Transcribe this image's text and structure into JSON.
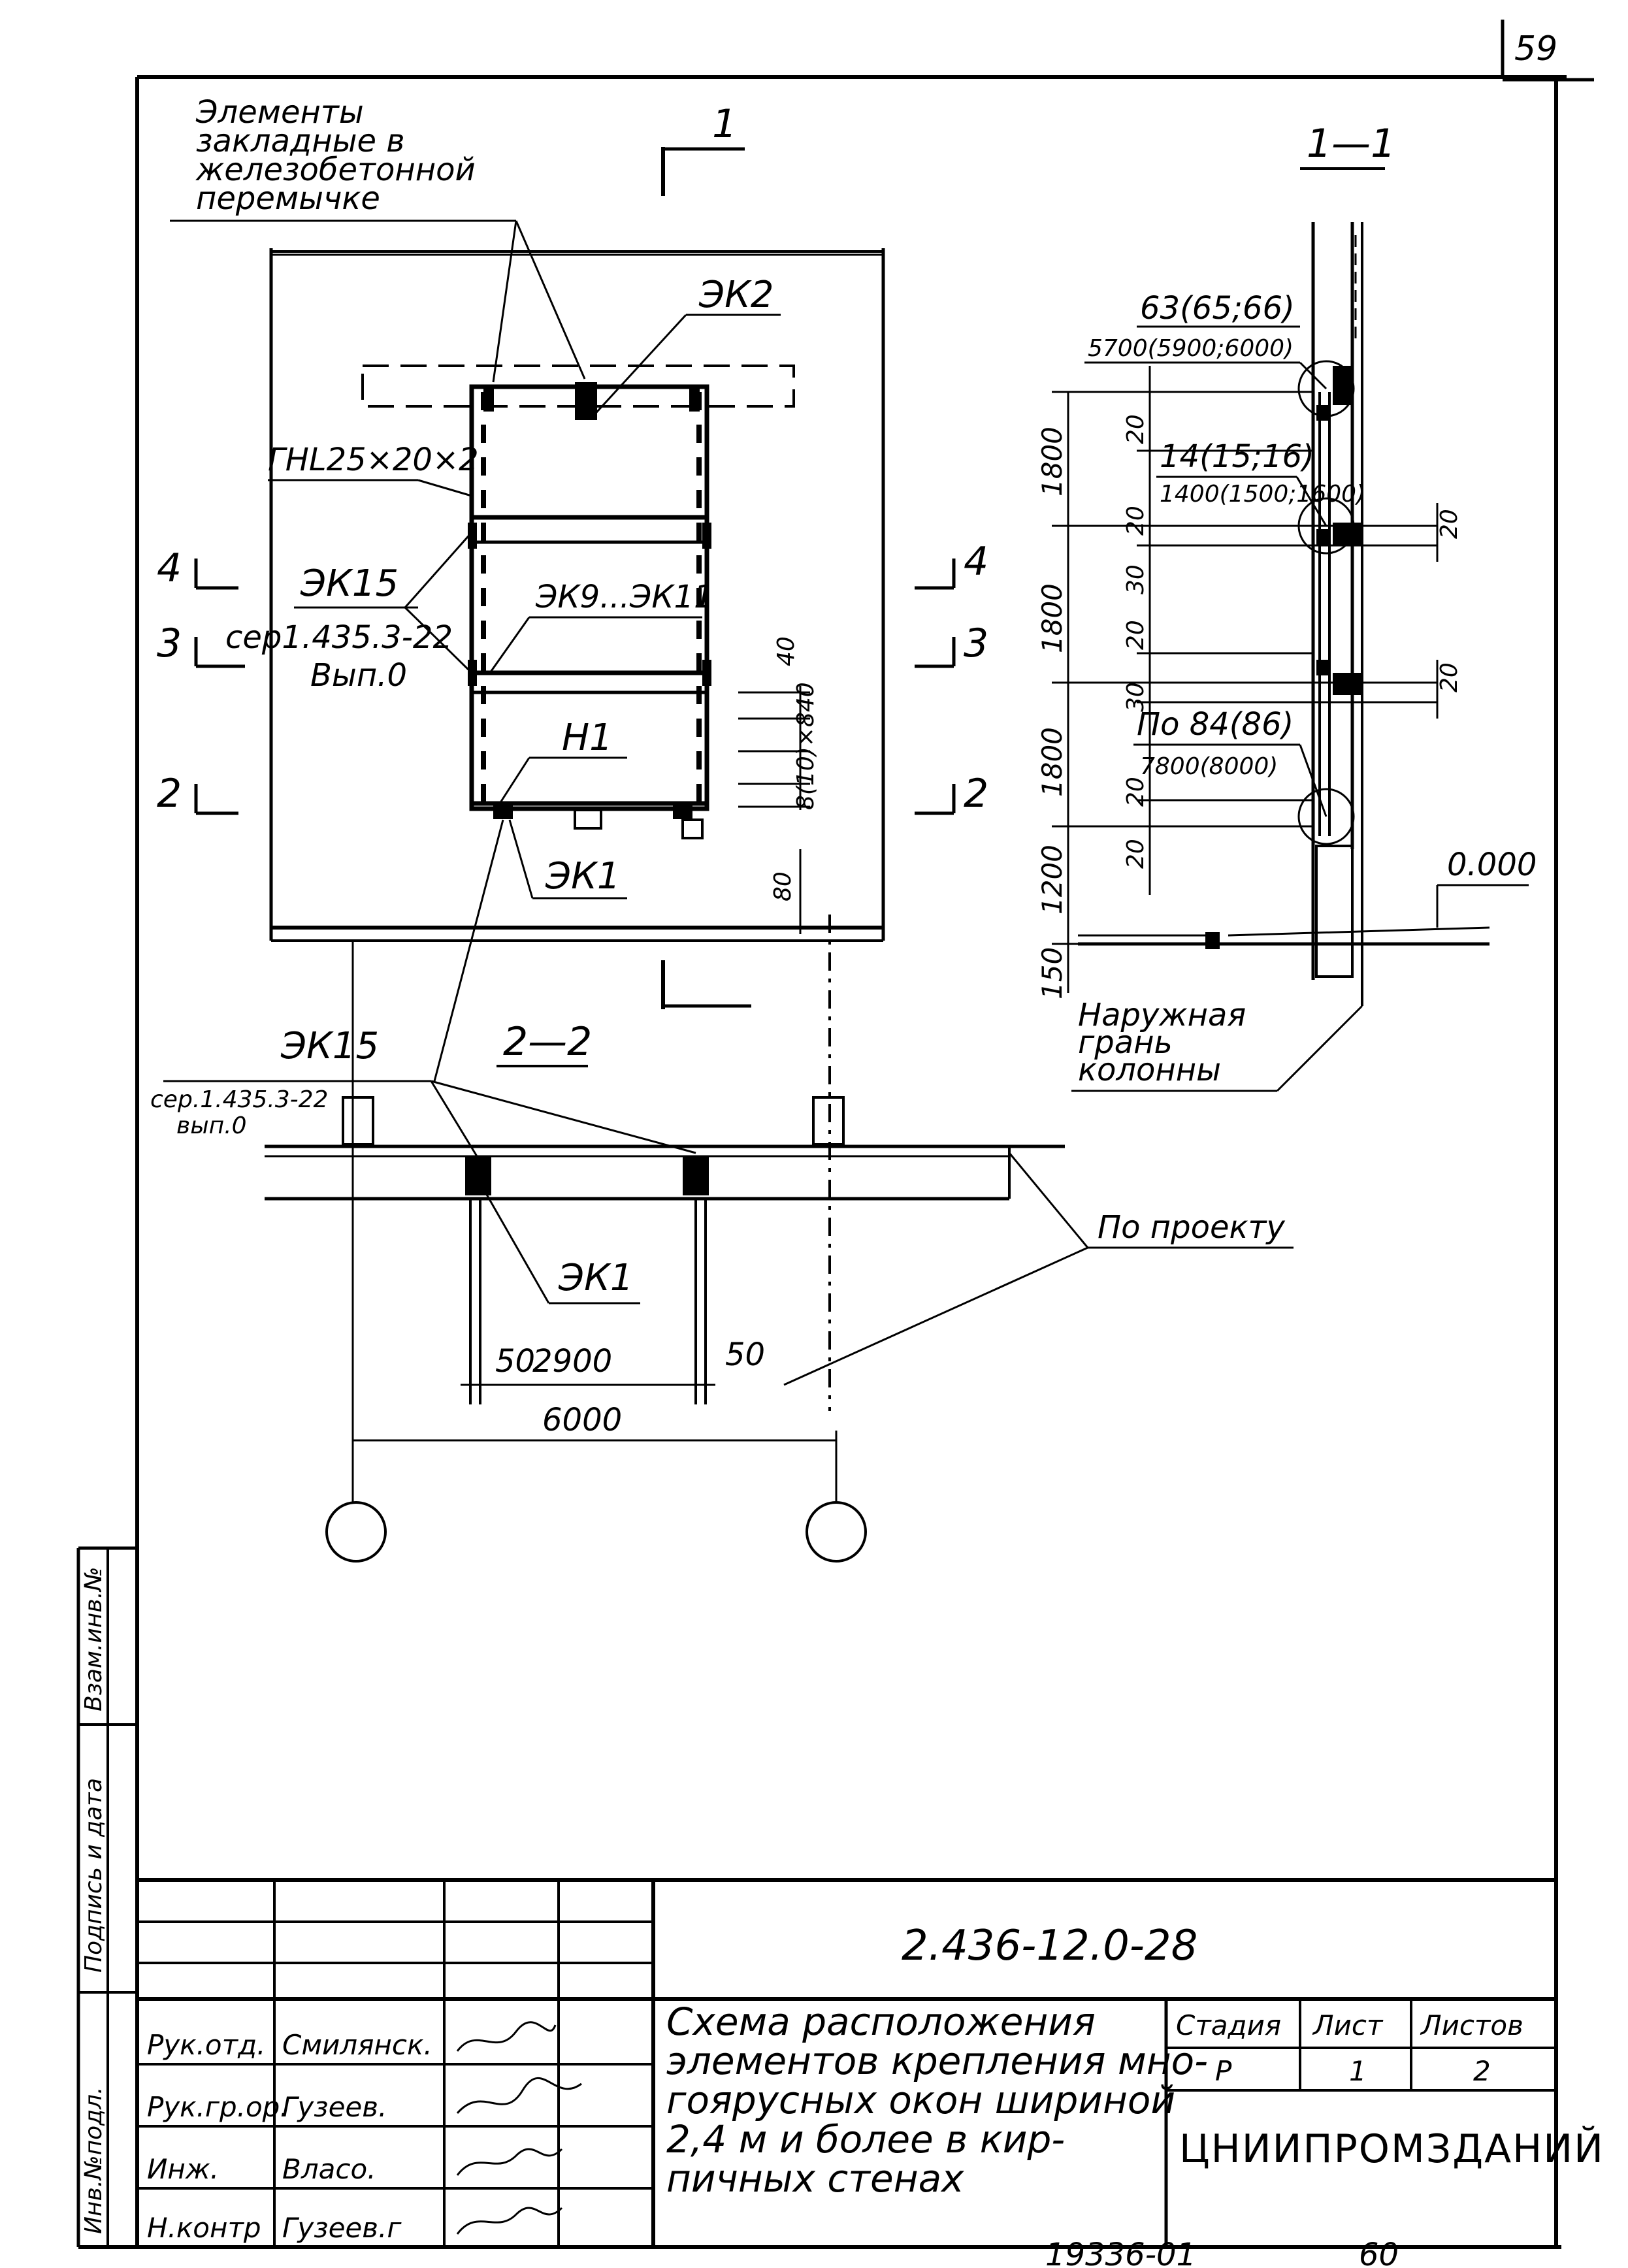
{
  "page_number": "59",
  "footer": {
    "inventory": "19336-01",
    "page": "60"
  },
  "elevation": {
    "callout_embedded": [
      "Элементы",
      "закладные в",
      "железобетонной",
      "перемычке"
    ],
    "label_ek2": "ЭК2",
    "label_gnl": "ГНL25×20×2",
    "label_ek15": "ЭК15",
    "label_series": "сер1.435.3-22",
    "label_issue": "Вып.0",
    "label_ek9": "ЭК9...ЭК11",
    "label_n1": "Н1",
    "label_ek1": "ЭК1",
    "cut_1": "1",
    "cut_2": "2",
    "cut_3": "3",
    "cut_4": "4",
    "dim_40": "40",
    "dim_pitch": "8(10)×840",
    "dim_80": "80"
  },
  "section_1_1": {
    "title": "1—1",
    "lbl_a": "63(65;66)",
    "lbl_a_dim": "5700(5900;6000)",
    "lbl_b": "14(15;16)",
    "lbl_b_dim": "1400(1500;1600)",
    "lbl_c": "По 84(86)",
    "lbl_c_dim": "7800(8000)",
    "elevation_mark": "0.000",
    "dims_vertical": [
      "1800",
      "1800",
      "1800",
      "1200",
      "150"
    ],
    "dims_small": [
      "20",
      "20",
      "30",
      "20",
      "30",
      "20",
      "20"
    ],
    "dims_right": [
      "20",
      "20"
    ],
    "callout_face": [
      "Наружная",
      "грань",
      "колонны"
    ]
  },
  "section_2_2": {
    "title": "2—2",
    "label_ek15": "ЭК15",
    "label_series": "сер.1.435.3-22",
    "label_issue": "вып.0",
    "label_ek1": "ЭК1",
    "label_project": "По проекту",
    "dim_50a": "50",
    "dim_2900": "2900",
    "dim_50b": "50",
    "dim_6000": "6000"
  },
  "side_stamp": [
    "Инв.№подл.",
    "Подпись и дата",
    "Взам.инв.№"
  ],
  "title_block": {
    "code": "2.436-12.0-28",
    "roles": [
      "Рук.отд.",
      "Рук.гр.ор.",
      "Инж.",
      "Н.контр"
    ],
    "names": [
      "Смилянск.",
      "Гузеев.",
      "Власо.",
      "Гузеев.г"
    ],
    "title_lines": [
      "Схема расположения",
      "элементов крепления мно-",
      "гоярусных окон шириной",
      "2,4 м и более в кир-",
      "пичных стенах"
    ],
    "stage_label": "Стадия",
    "sheet_label": "Лист",
    "sheets_label": "Листов",
    "stage_value": "Р",
    "sheet_value": "1",
    "sheets_value": "2",
    "organization": "ЦНИИПРОМЗДАНИЙ"
  }
}
